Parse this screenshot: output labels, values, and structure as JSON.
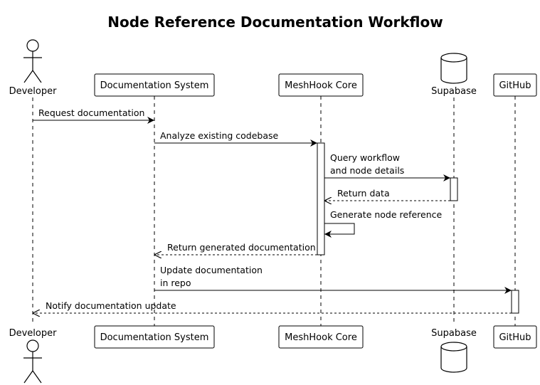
{
  "title": "Node Reference Documentation Workflow",
  "participants": [
    {
      "id": "dev",
      "name": "Developer",
      "kind": "actor"
    },
    {
      "id": "docsys",
      "name": "Documentation System",
      "kind": "box"
    },
    {
      "id": "core",
      "name": "MeshHook Core",
      "kind": "box"
    },
    {
      "id": "supa",
      "name": "Supabase",
      "kind": "database"
    },
    {
      "id": "gh",
      "name": "GitHub",
      "kind": "box"
    }
  ],
  "messages": [
    {
      "from": "dev",
      "to": "docsys",
      "lines": [
        "Request documentation"
      ],
      "style": "solid"
    },
    {
      "from": "docsys",
      "to": "core",
      "lines": [
        "Analyze existing codebase"
      ],
      "style": "solid"
    },
    {
      "from": "core",
      "to": "supa",
      "lines": [
        "Query workflow",
        "and node details"
      ],
      "style": "solid"
    },
    {
      "from": "supa",
      "to": "core",
      "lines": [
        "Return data"
      ],
      "style": "dashed"
    },
    {
      "from": "core",
      "to": "core",
      "lines": [
        "Generate node reference"
      ],
      "style": "solid"
    },
    {
      "from": "core",
      "to": "docsys",
      "lines": [
        "Return generated documentation"
      ],
      "style": "dashed"
    },
    {
      "from": "docsys",
      "to": "gh",
      "lines": [
        "Update documentation",
        "in repo"
      ],
      "style": "solid"
    },
    {
      "from": "gh",
      "to": "dev",
      "lines": [
        "Notify documentation update"
      ],
      "style": "dashed"
    }
  ]
}
